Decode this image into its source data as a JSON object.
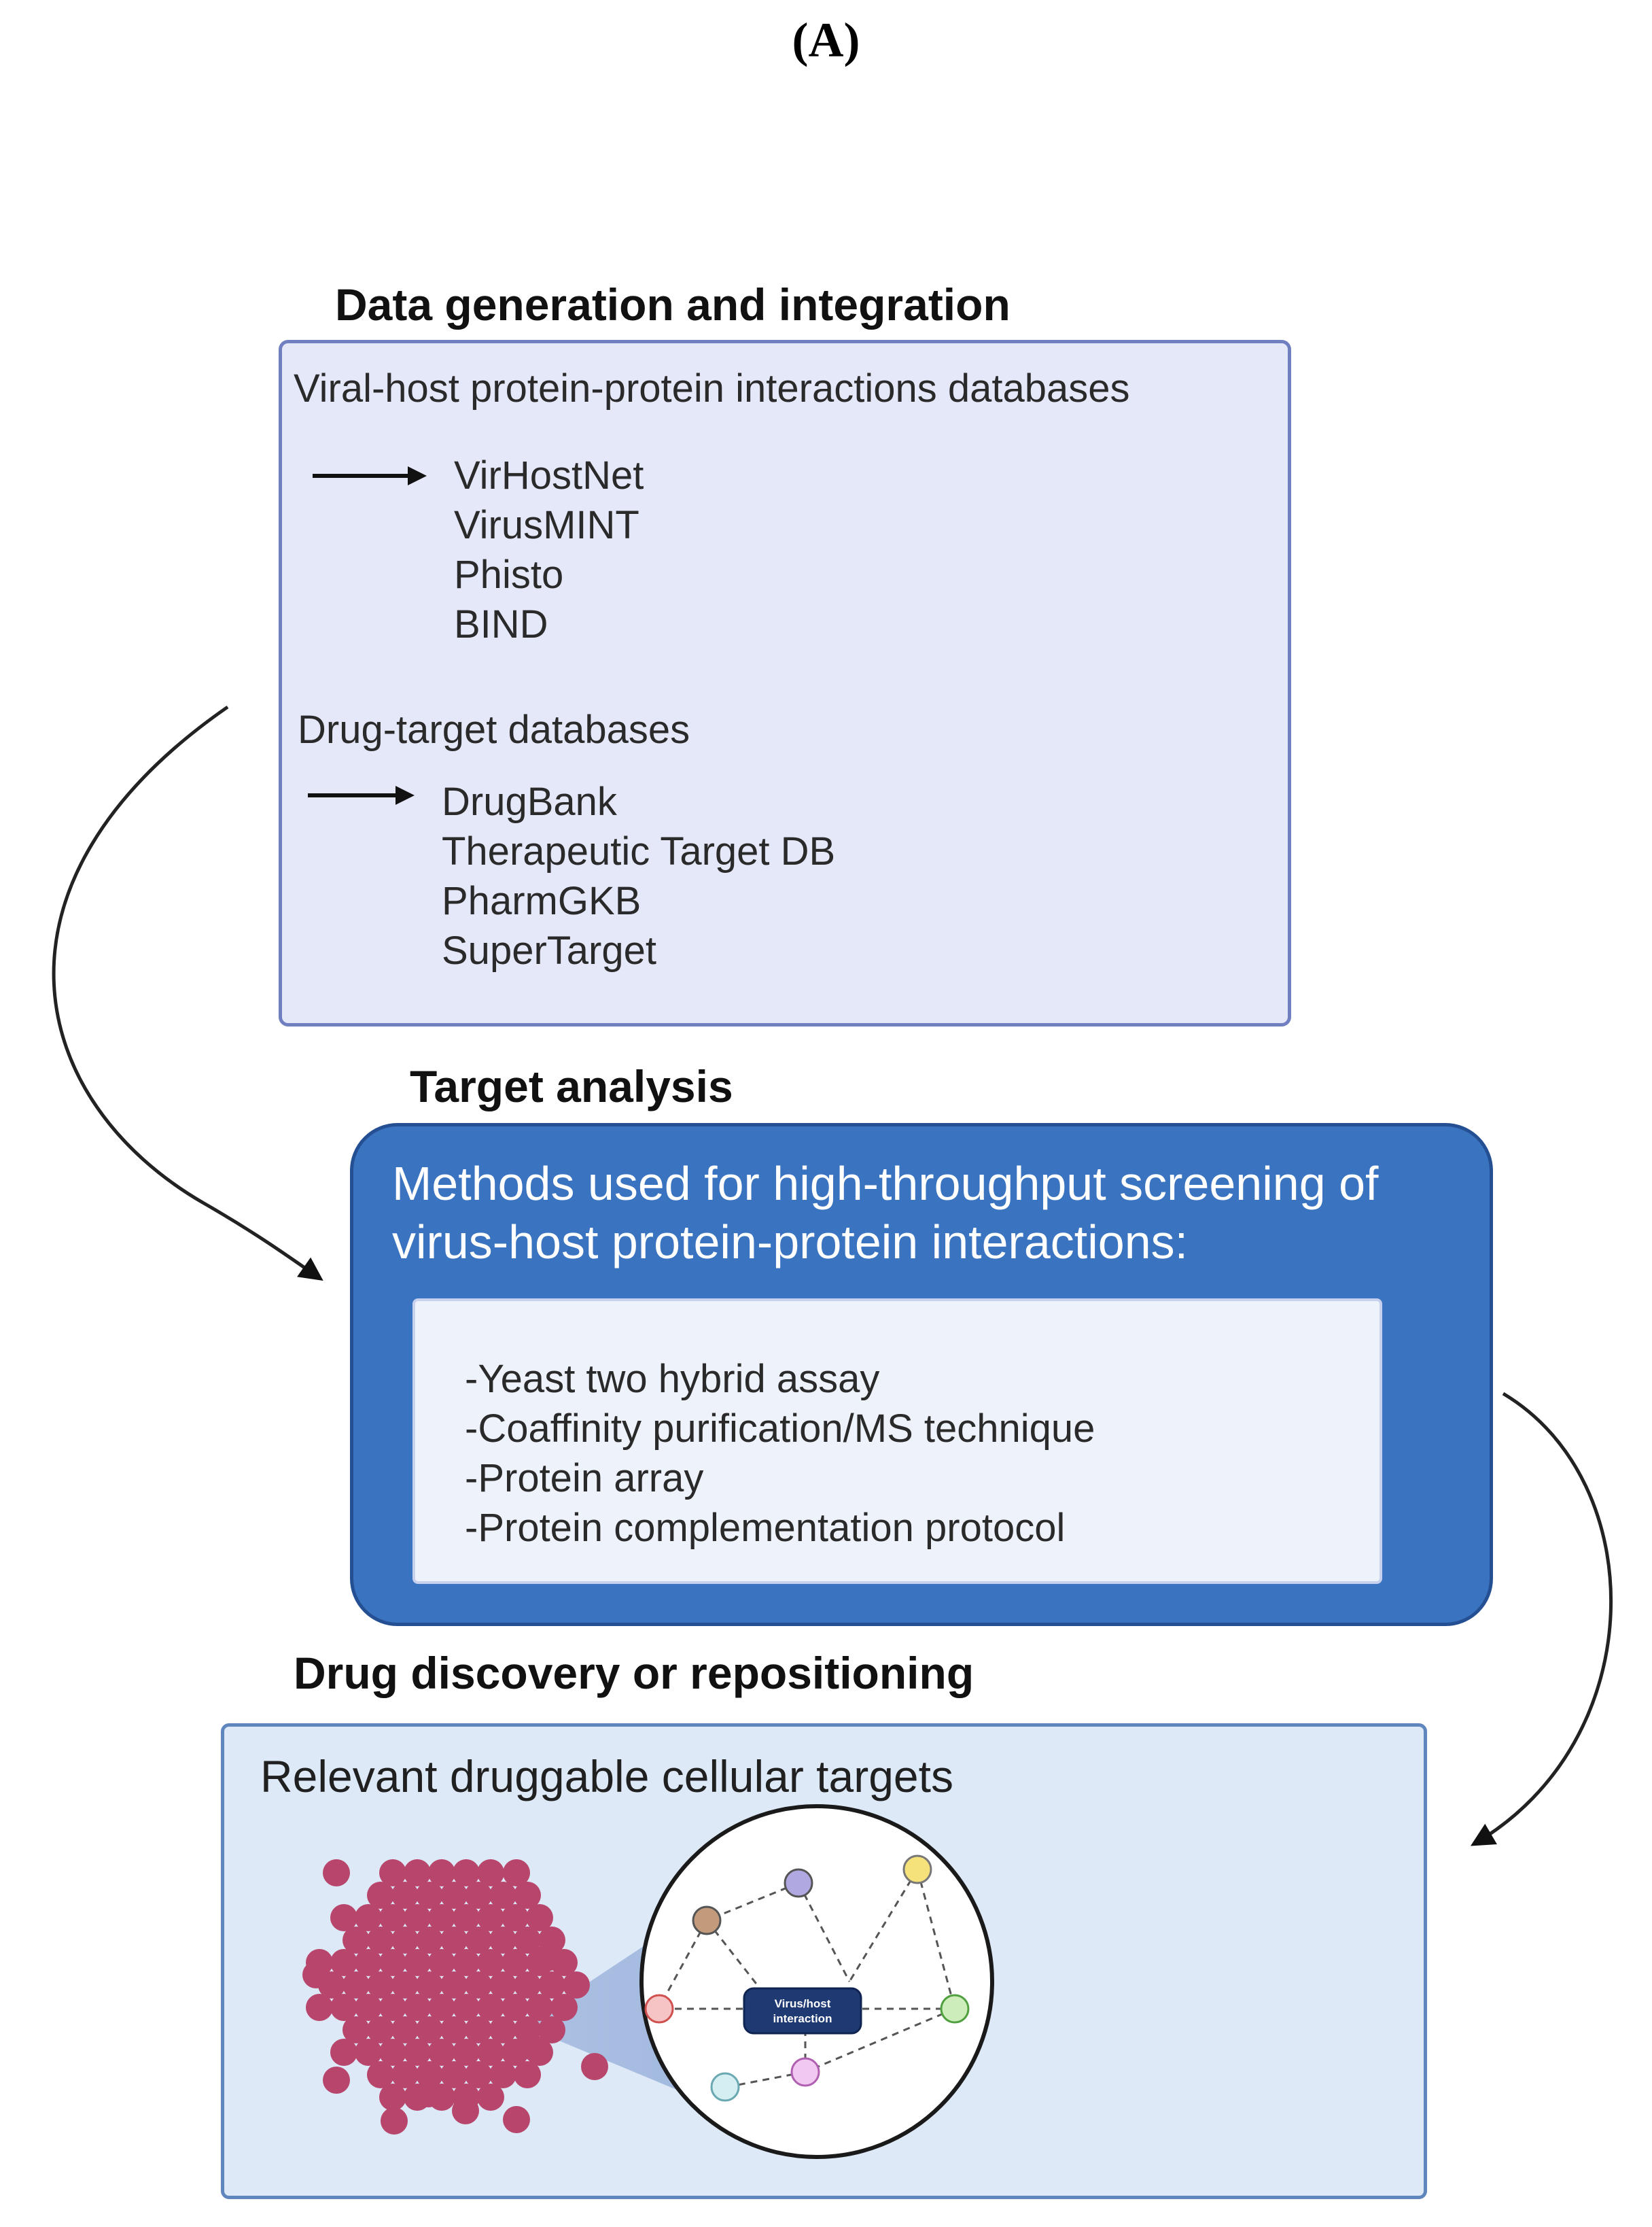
{
  "panel_label": "(A)",
  "section1": {
    "heading": "Data generation and integration",
    "ppi_title": "Viral-host protein-protein interactions databases",
    "ppi_items": [
      "VirHostNet",
      "VirusMINT",
      "Phisto",
      "BIND"
    ],
    "drug_title": "Drug-target databases",
    "drug_items": [
      "DrugBank",
      "Therapeutic Target DB",
      "PharmGKB",
      "SuperTarget"
    ]
  },
  "section2": {
    "heading": "Target analysis",
    "methods_title_line1": "Methods used for high-throughput screening of",
    "methods_title_line2": "virus-host protein-protein interactions:",
    "methods": [
      "-Yeast two hybrid assay",
      "-Coaffinity purification/MS technique",
      "-Protein array",
      "-Protein complementation protocol"
    ]
  },
  "section3": {
    "heading": "Drug discovery or repositioning",
    "subtitle": "Relevant druggable cellular targets",
    "network_center_label_line1": "Virus/host",
    "network_center_label_line2": "interaction"
  },
  "colors": {
    "box1_fill": "#e5e8f9",
    "box2_fill": "#3a73c0",
    "box3_fill": "#dde9f7",
    "cell_color": "#b8456b",
    "node_colors": [
      "#b0a8e0",
      "#f5e27a",
      "#c49a7c",
      "#f2a0a0",
      "#a8e08a",
      "#b0e0e8",
      "#e8a8e8"
    ]
  },
  "icons": [
    "arrow-right-icon",
    "curved-arrow-icon",
    "cell-cluster-icon",
    "network-magnifier-icon"
  ]
}
